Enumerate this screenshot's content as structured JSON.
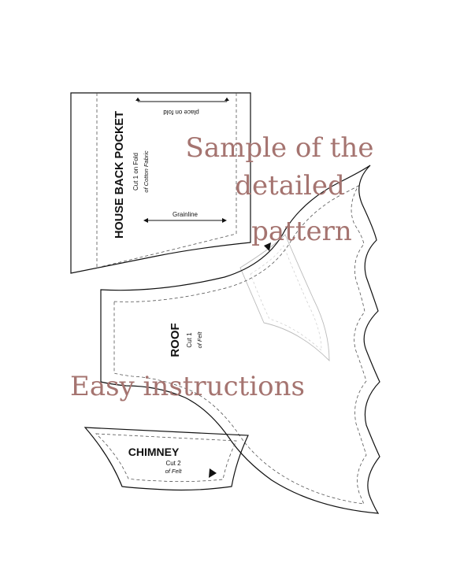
{
  "pieces": {
    "pocket": {
      "title": "HOUSE BACK POCKET",
      "cut": "Cut 1 on Fold",
      "fabric": "of Cotton Fabric",
      "grainline": "Grainline",
      "fold": "place on fold"
    },
    "roof": {
      "title": "ROOF",
      "cut": "Cut 1",
      "fabric": "of Felt"
    },
    "chimney": {
      "title": "CHIMNEY",
      "cut": "Cut 2",
      "fabric": "of Felt"
    }
  },
  "overlay": {
    "line1": "Sample of the",
    "line2": "detailed",
    "line3": "pattern",
    "line4": "Easy instructions",
    "color": "#a57470"
  }
}
